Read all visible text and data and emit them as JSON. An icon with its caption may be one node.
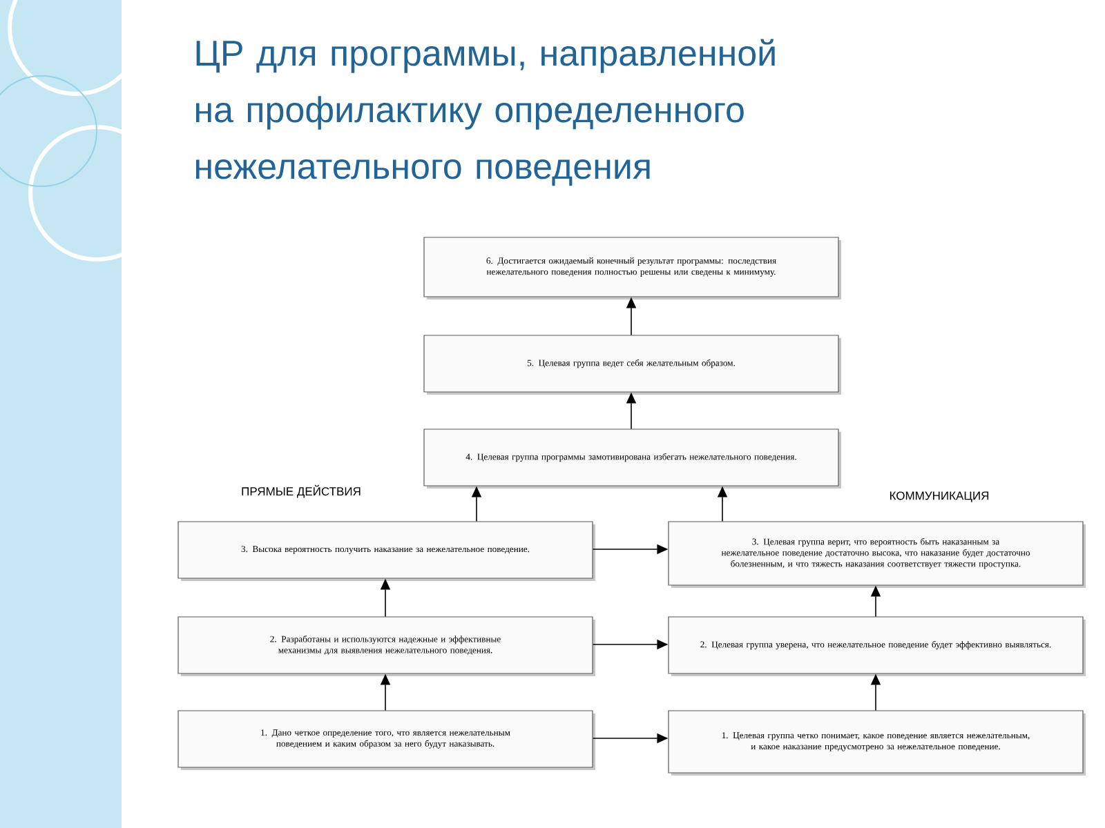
{
  "diagram": {
    "title": "ЦР для программы, направленной на профилактику определенного нежелательного поведения",
    "nodes": [
      {
        "text": [
          "6. Достигается ожидаемый конечный результат программы: последствия нежелательного поведения полностью решены или сведены к минимуму."
        ]
      },
      {
        "text": [
          "5. Целевая группа ведет себя желательным образом."
        ]
      },
      {
        "text": [
          "4. Целевая группа программы замотивирована избегать нежелательного поведения."
        ]
      },
      {
        "text": [
          "3. Высока вероятность получить наказание за нежелательное поведение."
        ]
      },
      {
        "text": [
          "3. Целевая группа верит, что вероятность быть наказанным за нежелательное поведение достаточно высока, что наказание будет достаточно болезненным, и что тяжесть наказания соответствует тяжести проступка."
        ]
      },
      {
        "text": [
          "2. Разработаны и используются надежные и эффективные механизмы для выявления нежелательного поведения."
        ]
      },
      {
        "text": [
          "2. Целевая группа уверена, что нежелательное поведение будет эффективно выявляться."
        ]
      },
      {
        "text": [
          "1. Дано четкое определение того, что является нежелательным поведением и каким образом за него будут наказывать."
        ]
      },
      {
        "text": [
          "1. Целевая группа четко понимает, какое поведение является нежелательным, и какое наказание предусмотрено за нежелательное поведение."
        ]
      }
    ],
    "edges": [
      {
        "from": 1,
        "to": 0,
        "arrow": "to"
      },
      {
        "from": 2,
        "to": 1,
        "arrow": "to"
      },
      {
        "from": 3,
        "to": 2,
        "arrow": "to"
      },
      {
        "from": 4,
        "to": 2,
        "arrow": "to"
      },
      {
        "from": 5,
        "to": 3,
        "arrow": "to"
      },
      {
        "from": 7,
        "to": 5,
        "arrow": "to"
      },
      {
        "from": 6,
        "to": 4,
        "arrow": "to"
      },
      {
        "from": 8,
        "to": 6,
        "arrow": "to"
      },
      {
        "from": 3,
        "to": 4,
        "arrow": "to"
      },
      {
        "from": 5,
        "to": 6,
        "arrow": "to"
      },
      {
        "from": 7,
        "to": 8,
        "arrow": "to"
      }
    ],
    "labels": [
      "ПРЯМЫЕ ДЕЙСТВИЯ",
      "КОММУНИКАЦИЯ"
    ]
  }
}
